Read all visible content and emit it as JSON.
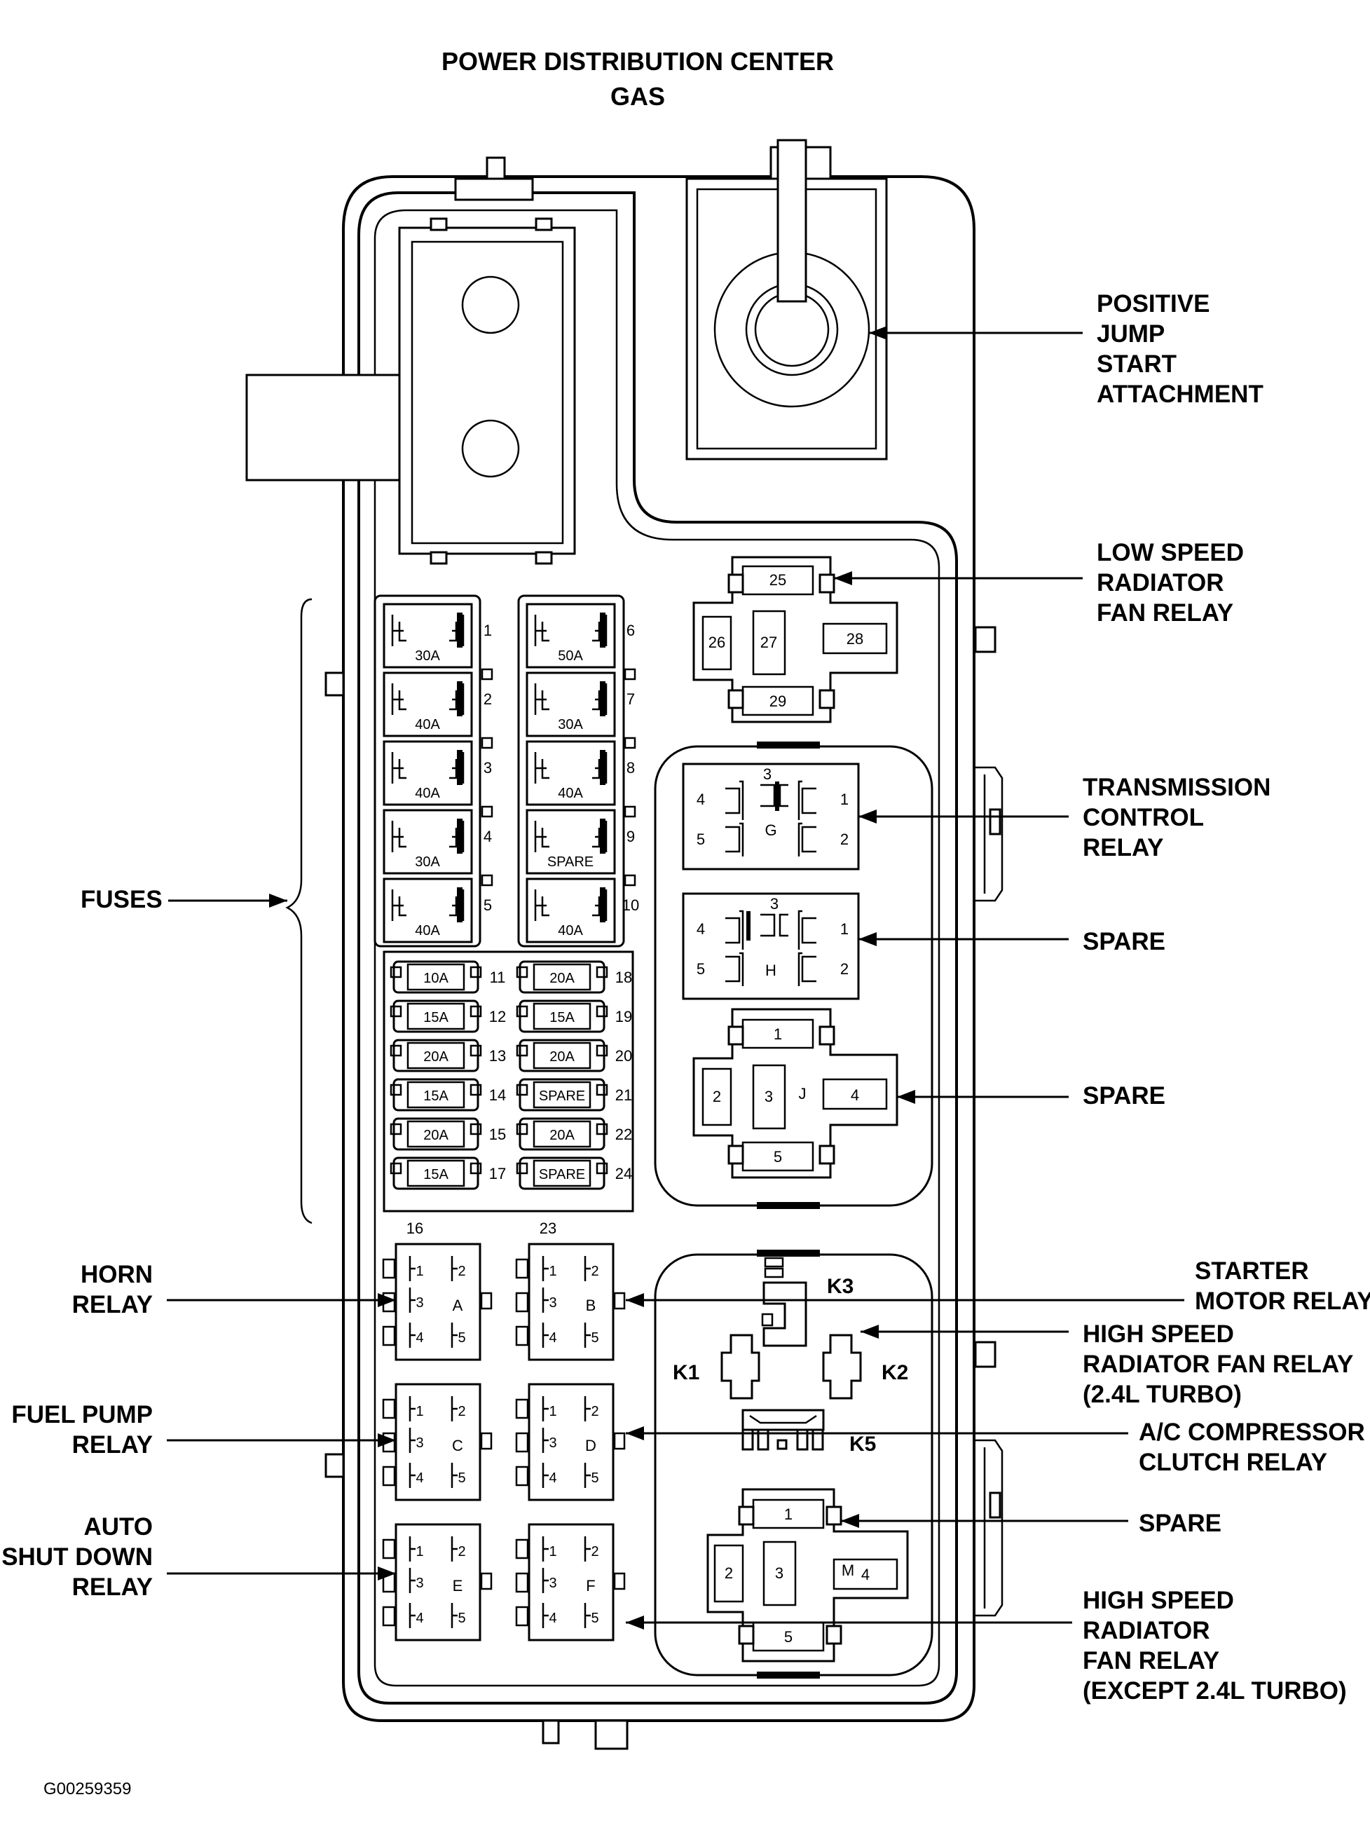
{
  "title": [
    "POWER DISTRIBUTION CENTER",
    "GAS"
  ],
  "image_code": "G00259359",
  "callouts": {
    "jump_start": [
      "POSITIVE",
      "JUMP",
      "START",
      "ATTACHMENT"
    ],
    "low_speed_fan": [
      "LOW SPEED",
      "RADIATOR",
      "FAN RELAY"
    ],
    "transmission": [
      "TRANSMISSION",
      "CONTROL",
      "RELAY"
    ],
    "spare_h": [
      "SPARE"
    ],
    "spare_j": [
      "SPARE"
    ],
    "fuses": [
      "FUSES"
    ],
    "horn": [
      "HORN",
      "RELAY"
    ],
    "fuel_pump": [
      "FUEL PUMP",
      "RELAY"
    ],
    "asd": [
      "AUTO",
      "SHUT DOWN",
      "RELAY"
    ],
    "starter": [
      "STARTER",
      "MOTOR RELAY"
    ],
    "hs_fan_turbo": [
      "HIGH SPEED",
      "RADIATOR FAN RELAY",
      "(2.4L TURBO)"
    ],
    "ac_clutch": [
      "A/C COMPRESSOR",
      "CLUTCH RELAY"
    ],
    "spare_m": [
      "SPARE"
    ],
    "hs_fan_except": [
      "HIGH SPEED",
      "RADIATOR",
      "FAN RELAY",
      "(EXCEPT 2.4L TURBO)"
    ]
  },
  "maxi_fuses": [
    {
      "num": "1",
      "rating": "30A"
    },
    {
      "num": "2",
      "rating": "40A"
    },
    {
      "num": "3",
      "rating": "40A"
    },
    {
      "num": "4",
      "rating": "30A"
    },
    {
      "num": "5",
      "rating": "40A"
    },
    {
      "num": "6",
      "rating": "50A"
    },
    {
      "num": "7",
      "rating": "30A"
    },
    {
      "num": "8",
      "rating": "40A"
    },
    {
      "num": "9",
      "rating": "SPARE"
    },
    {
      "num": "10",
      "rating": "40A"
    }
  ],
  "mini_fuses": [
    {
      "num": "11",
      "rating": "10A"
    },
    {
      "num": "12",
      "rating": "15A"
    },
    {
      "num": "13",
      "rating": "20A"
    },
    {
      "num": "14",
      "rating": "15A"
    },
    {
      "num": "15",
      "rating": "20A"
    },
    {
      "num": "17",
      "rating": "15A"
    },
    {
      "num": "18",
      "rating": "20A"
    },
    {
      "num": "19",
      "rating": "15A"
    },
    {
      "num": "20",
      "rating": "20A"
    },
    {
      "num": "21",
      "rating": "SPARE"
    },
    {
      "num": "22",
      "rating": "20A"
    },
    {
      "num": "24",
      "rating": "SPARE"
    }
  ],
  "mini_fuse_bottom": [
    "16",
    "23"
  ],
  "relay_25_29": [
    "25",
    "26",
    "27",
    "28",
    "29"
  ],
  "relay_g": {
    "id": "G",
    "pins": [
      "1",
      "2",
      "3",
      "4",
      "5"
    ]
  },
  "relay_h": {
    "id": "H",
    "pins": [
      "1",
      "2",
      "3",
      "4",
      "5"
    ]
  },
  "relay_j": {
    "id": "J",
    "pins": [
      "1",
      "2",
      "3",
      "4",
      "5"
    ]
  },
  "relay_m": {
    "id": "M",
    "pins": [
      "1",
      "2",
      "3",
      "4",
      "5"
    ]
  },
  "micro_relays": [
    {
      "id": "A",
      "pins": [
        "1",
        "2",
        "3",
        "4",
        "5"
      ]
    },
    {
      "id": "B",
      "pins": [
        "1",
        "2",
        "3",
        "4",
        "5"
      ]
    },
    {
      "id": "C",
      "pins": [
        "1",
        "2",
        "3",
        "4",
        "5"
      ]
    },
    {
      "id": "D",
      "pins": [
        "1",
        "2",
        "3",
        "4",
        "5"
      ]
    },
    {
      "id": "E",
      "pins": [
        "1",
        "2",
        "3",
        "4",
        "5"
      ]
    },
    {
      "id": "F",
      "pins": [
        "1",
        "2",
        "3",
        "4",
        "5"
      ]
    }
  ],
  "k_relays": [
    "K1",
    "K2",
    "K3",
    "K5"
  ]
}
